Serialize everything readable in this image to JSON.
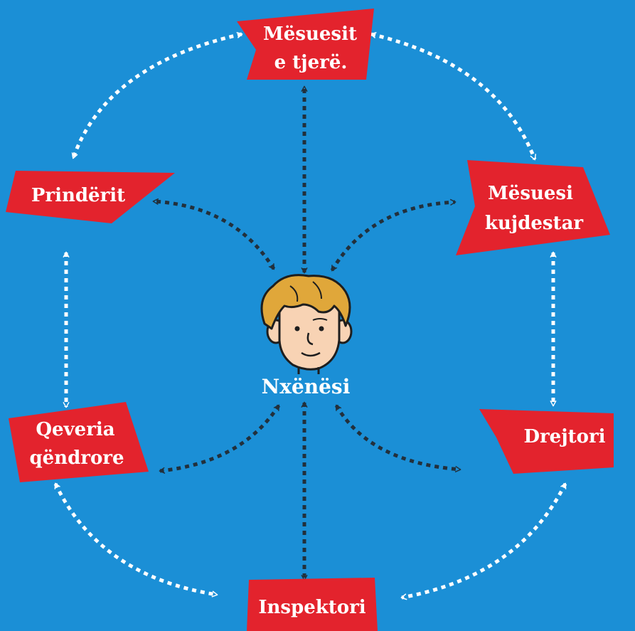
{
  "nodes": {
    "mesuesit_tjere": {
      "line1": "Mësuesit",
      "line2": "e tjerë."
    },
    "prinderit": {
      "line1": "Prindërit"
    },
    "mesuesi_kujdestar": {
      "line1": "Mësuesi",
      "line2": "kujdestar"
    },
    "qeveria": {
      "line1": "Qeveria",
      "line2": "qëndrore"
    },
    "drejtori": {
      "line1": "Drejtori"
    },
    "inspektori": {
      "line1": "Inspektori"
    },
    "student": {
      "label": "Nxënësi"
    }
  },
  "colors": {
    "background": "#1b8fd6",
    "box": "#e3232d",
    "text": "#ffffff",
    "inner_arrows": "#22303c",
    "outer_arrows": "#ffffff",
    "hair": "#e0a73a",
    "skin": "#f8d3b4"
  }
}
